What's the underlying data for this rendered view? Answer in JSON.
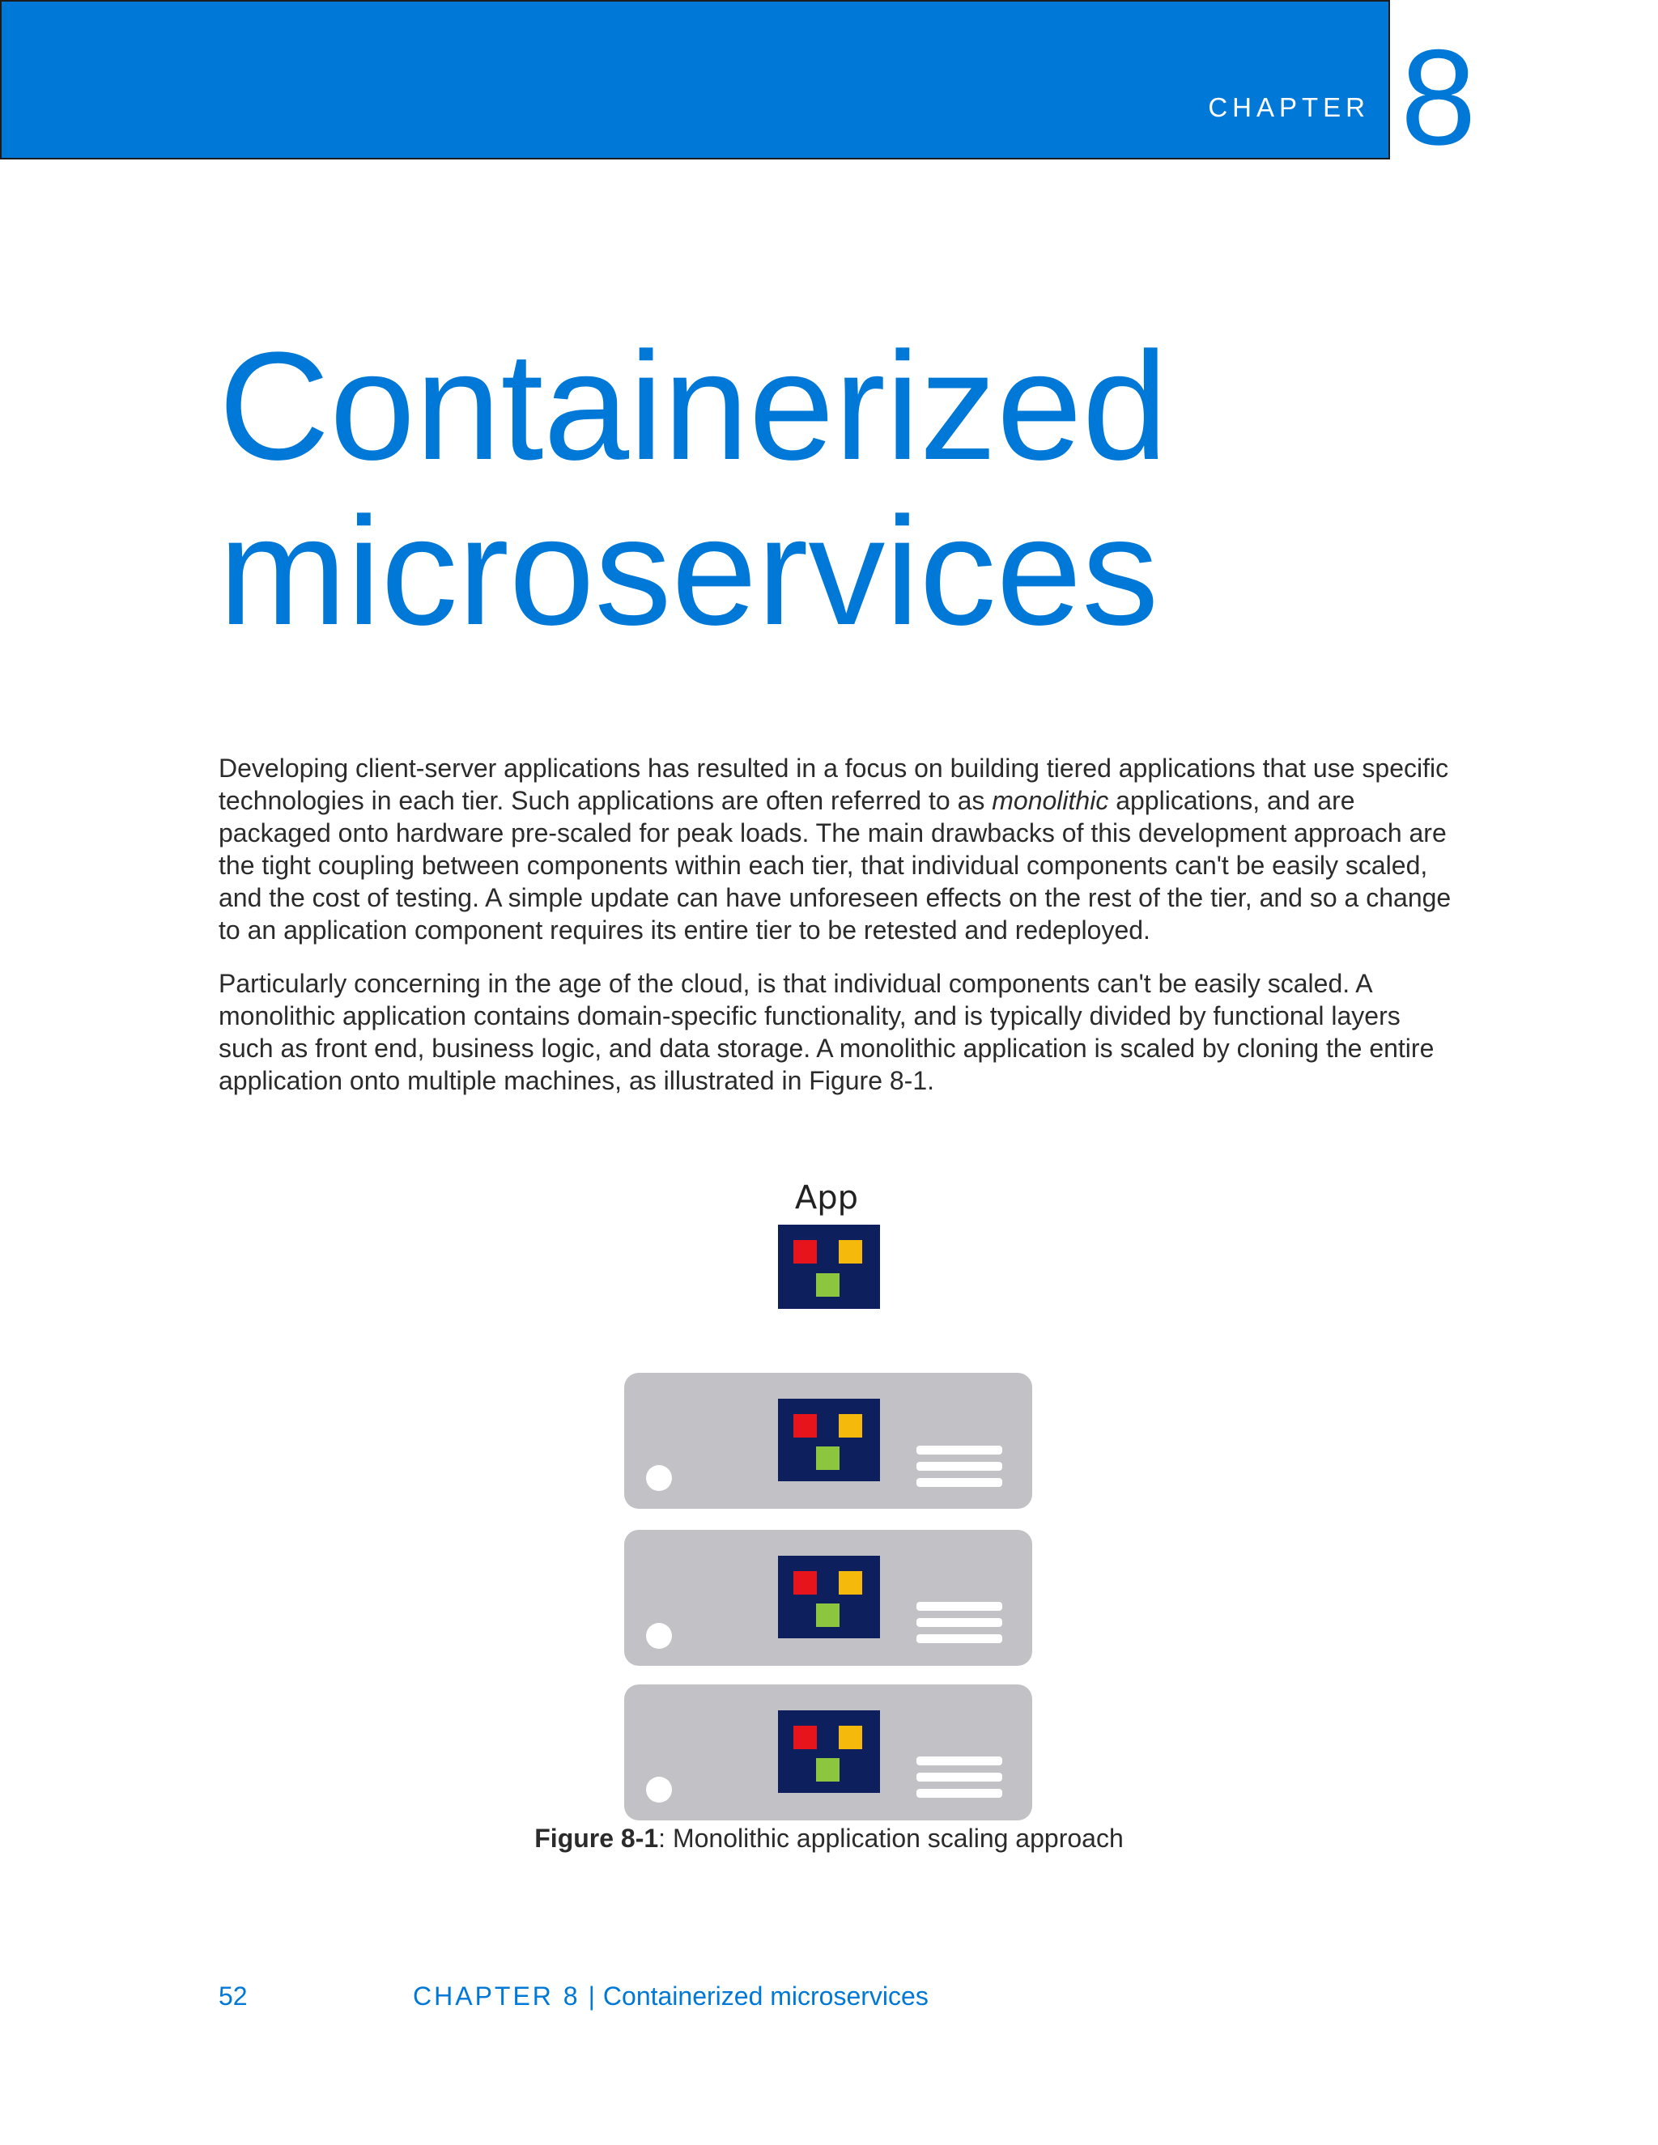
{
  "header": {
    "chapter_label": "CHAPTER",
    "chapter_number": "8"
  },
  "title": {
    "line1": "Containerized",
    "line2": "microservices"
  },
  "body": {
    "p1_before": "Developing client-server applications has resulted in a focus on building tiered applications that use specific technologies in each tier. Such applications are often referred to as ",
    "p1_italic": "monolithic",
    "p1_after": " applications, and are packaged onto hardware pre-scaled for peak loads. The main drawbacks of this development approach are the tight coupling between components within each tier, that individual components can't be easily scaled, and the cost of testing. A simple update can have unforeseen effects on the rest of the tier, and so a change to an application component requires its entire tier to be retested and redeployed.",
    "p2": "Particularly concerning in the age of the cloud, is that individual components can't be easily scaled. A monolithic application contains domain-specific functionality, and is typically divided by functional layers such as front end, business logic, and data storage. A monolithic application is scaled by cloning the entire application onto multiple machines, as illustrated in Figure 8-1."
  },
  "figure": {
    "app_label": "App",
    "caption_bold": "Figure 8-1",
    "caption_text": ": Monolithic application scaling approach"
  },
  "footer": {
    "page_number": "52",
    "chapter": "CHAPTER 8",
    "separator": "|",
    "title": "Containerized microservices"
  },
  "colors": {
    "accent": "#0078d7",
    "app_box": "#0d1f5c",
    "red": "#e8141c",
    "yellow": "#f4b90a",
    "green": "#8cc63f",
    "server": "#c2c2c6"
  }
}
